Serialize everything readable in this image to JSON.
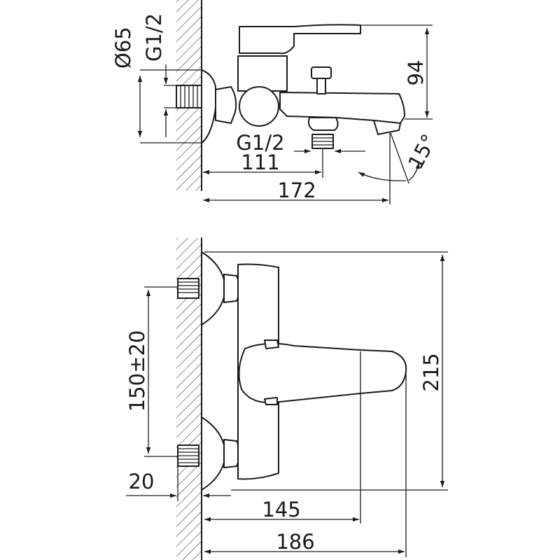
{
  "top_view": {
    "dim_diameter": "Ø65",
    "dim_inlet_thread": "G1/2",
    "dim_height": "94",
    "dim_outlet_thread": "G1/2",
    "dim_outlet_distance": "111",
    "dim_depth": "172",
    "dim_angle": "15°"
  },
  "front_view": {
    "dim_centers": "150±20",
    "dim_wall": "20",
    "dim_spout_reach": "145",
    "dim_total_reach": "186",
    "dim_total_height": "215"
  },
  "colors": {
    "line": "#1a1a1a",
    "background": "#ffffff"
  }
}
